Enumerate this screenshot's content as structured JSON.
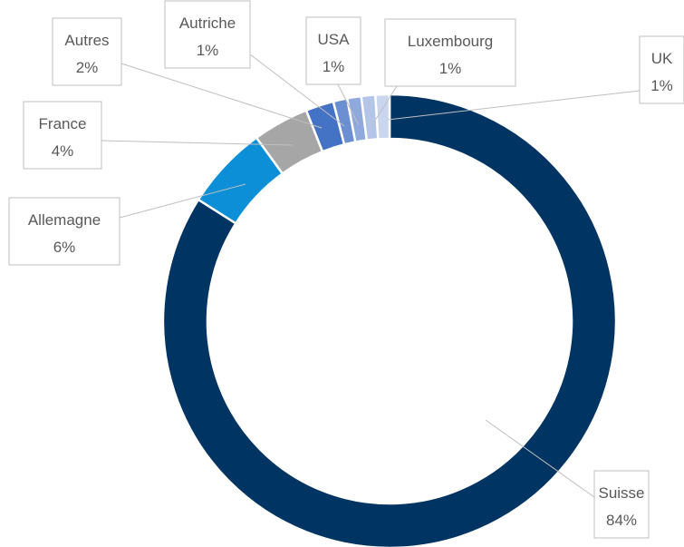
{
  "chart_data": {
    "type": "pie",
    "donut": true,
    "categories": [
      "Suisse",
      "Allemagne",
      "France",
      "Autres",
      "Autriche",
      "USA",
      "Luxembourg",
      "UK"
    ],
    "values": [
      84,
      6,
      4,
      2,
      1,
      1,
      1,
      1
    ],
    "value_labels": [
      "84%",
      "6%",
      "4%",
      "2%",
      "1%",
      "1%",
      "1%",
      "1%"
    ],
    "colors": [
      "#003462",
      "#0c8fd7",
      "#a6a6a6",
      "#4472c4",
      "#6c8fd2",
      "#8fa9dc",
      "#b4c5e7",
      "#c9d6ee"
    ],
    "legend": "none",
    "labels_position": "callouts"
  }
}
